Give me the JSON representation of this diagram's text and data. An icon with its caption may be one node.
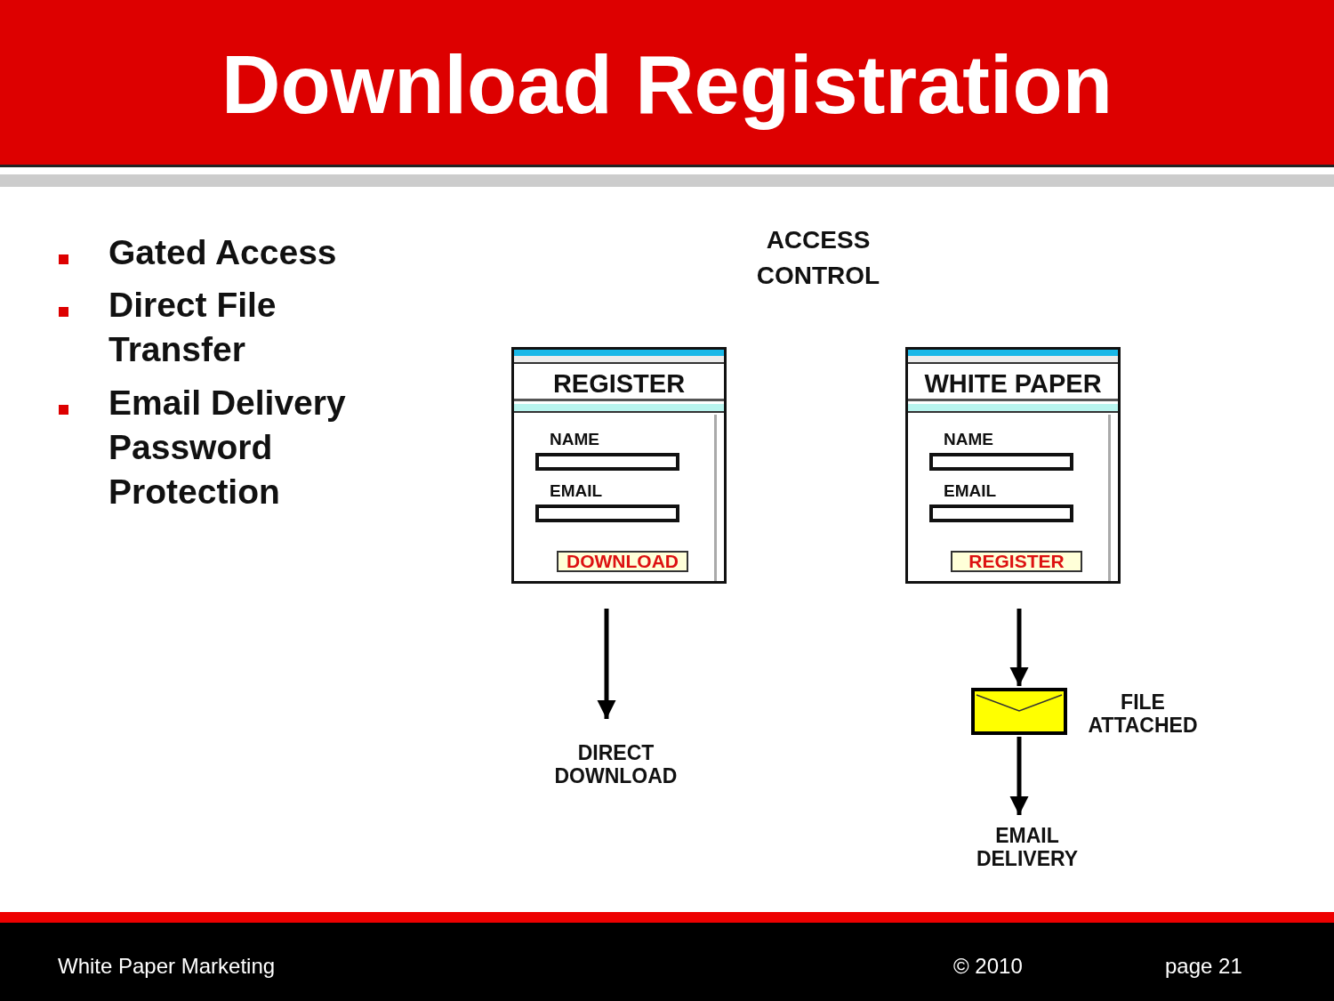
{
  "diagram": {
    "title": "Download Registration",
    "nodes": [
      {
        "text": [
          "REGISTER",
          "NAME",
          "EMAIL",
          "DOWNLOAD"
        ]
      },
      {
        "text": [
          "DIRECT DOWNLOAD"
        ]
      },
      {
        "text": [
          "WHITE PAPER",
          "NAME",
          "EMAIL",
          "REGISTER"
        ]
      },
      {
        "text": [],
        "shape": "envelope",
        "beside": [
          "FILE ATTACHED"
        ]
      },
      {
        "text": [
          "EMAIL DELIVERY"
        ]
      }
    ],
    "edges": [
      {
        "from": 0,
        "to": 1,
        "arrow": "to"
      },
      {
        "from": 2,
        "to": 3,
        "arrow": "to"
      },
      {
        "from": 3,
        "to": 4,
        "arrow": "to"
      }
    ],
    "labels": [
      "Gated Access",
      "Direct File Transfer",
      "Email Delivery Password Protection",
      "ACCESS CONTROL",
      "White Paper Marketing",
      "© 2010",
      "page 21"
    ]
  }
}
